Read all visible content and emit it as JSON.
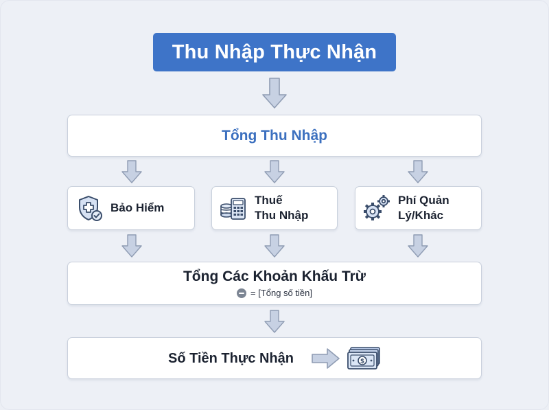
{
  "title": "Thu Nhập Thực Nhận",
  "gross": "Tổng Thu Nhập",
  "deductions": [
    {
      "label_lines": [
        "Bảo Hiểm"
      ],
      "icon": "shield-plus-icon"
    },
    {
      "label_lines": [
        "Thuế",
        "Thu Nhập"
      ],
      "icon": "calculator-coins-icon"
    },
    {
      "label_lines": [
        "Phí Quản",
        "Lý/Khác"
      ],
      "icon": "gears-icon"
    }
  ],
  "total_deductions": {
    "title": "Tổng Các Khoản Khấu Trừ",
    "formula": "= [Tổng số tiền]",
    "formula_icon": "minus-circle-icon"
  },
  "net": {
    "label": "Số Tiền Thực Nhận",
    "icon": "money-banknote-icon"
  },
  "colors": {
    "accent": "#3e74c8",
    "arrow_fill": "#c7d1e3",
    "arrow_stroke": "#8f9cb3",
    "text": "#1b2230"
  }
}
